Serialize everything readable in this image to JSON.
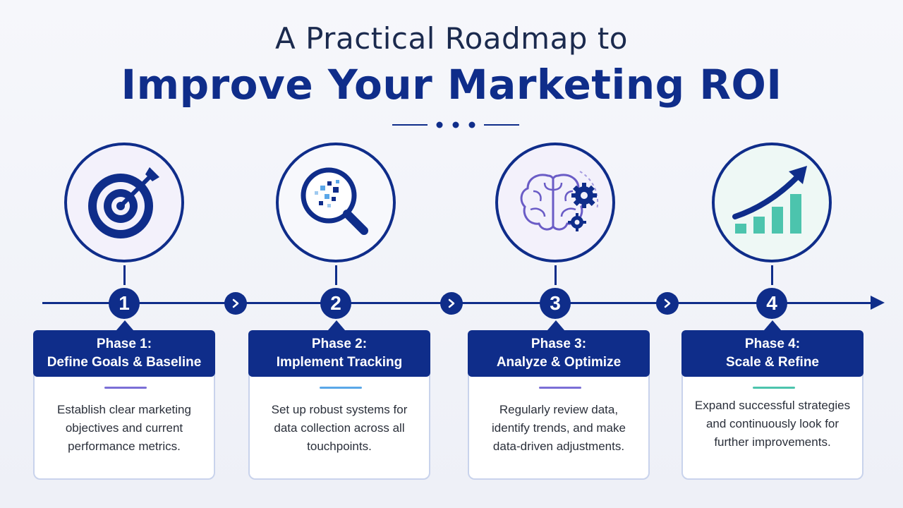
{
  "header": {
    "title_line1": "A Practical Roadmap to",
    "title_line2": "Improve Your Marketing ROI"
  },
  "colors": {
    "primary": "#0f2d8a",
    "title_dark": "#1b2a4e",
    "accent_purple": "#7b6fd6",
    "accent_blue": "#5aa7e8",
    "accent_teal": "#4cc4ad"
  },
  "phases": [
    {
      "number": "1",
      "title": "Phase 1:",
      "subtitle": "Define Goals & Baseline",
      "description": "Establish clear marketing objectives and current performance metrics.",
      "icon": "target-icon",
      "accent": "#7b6fd6"
    },
    {
      "number": "2",
      "title": "Phase 2:",
      "subtitle": "Implement Tracking",
      "description": "Set up robust systems for data collection across all touchpoints.",
      "icon": "magnifier-data-icon",
      "accent": "#5aa7e8"
    },
    {
      "number": "3",
      "title": "Phase 3:",
      "subtitle": "Analyze & Optimize",
      "description": "Regularly review data, identify trends, and make data-driven adjustments.",
      "icon": "brain-gears-icon",
      "accent": "#7b6fd6"
    },
    {
      "number": "4",
      "title": "Phase 4:",
      "subtitle": "Scale & Refine",
      "description": "Expand successful strategies and continuously look for further improvements.",
      "icon": "growth-chart-icon",
      "accent": "#4cc4ad"
    }
  ]
}
